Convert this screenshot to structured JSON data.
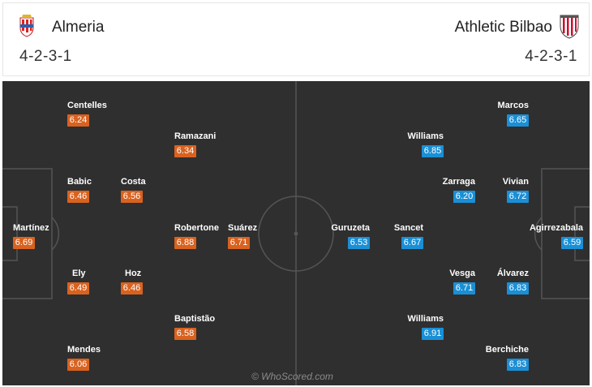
{
  "home": {
    "name": "Almeria",
    "formation": "4-2-3-1",
    "colors": {
      "rating_bg": "#d9621f"
    },
    "players": [
      {
        "name": "Centelles",
        "rating": "6.24"
      },
      {
        "name": "Ramazani",
        "rating": "6.34"
      },
      {
        "name": "Babic",
        "rating": "6.46"
      },
      {
        "name": "Costa",
        "rating": "6.56"
      },
      {
        "name": "Martínez",
        "rating": "6.69"
      },
      {
        "name": "Robertone",
        "rating": "6.88"
      },
      {
        "name": "Suárez",
        "rating": "6.71"
      },
      {
        "name": "Ely",
        "rating": "6.49"
      },
      {
        "name": "Hoz",
        "rating": "6.46"
      },
      {
        "name": "Baptistão",
        "rating": "6.58"
      },
      {
        "name": "Mendes",
        "rating": "6.06"
      }
    ]
  },
  "away": {
    "name": "Athletic Bilbao",
    "formation": "4-2-3-1",
    "colors": {
      "rating_bg": "#1a8fd6"
    },
    "players": [
      {
        "name": "Marcos",
        "rating": "6.65"
      },
      {
        "name": "Williams",
        "rating": "6.85"
      },
      {
        "name": "Zarraga",
        "rating": "6.20"
      },
      {
        "name": "Vivian",
        "rating": "6.72"
      },
      {
        "name": "Guruzeta",
        "rating": "6.53"
      },
      {
        "name": "Sancet",
        "rating": "6.67"
      },
      {
        "name": "Agirrezabala",
        "rating": "6.59"
      },
      {
        "name": "Vesga",
        "rating": "6.71"
      },
      {
        "name": "Álvarez",
        "rating": "6.83"
      },
      {
        "name": "Williams",
        "rating": "6.91"
      },
      {
        "name": "Berchiche",
        "rating": "6.83"
      }
    ]
  },
  "pitch": {
    "background": "#2f2f2f",
    "line_color": "#555555"
  },
  "watermark": "© WhoScored.com"
}
